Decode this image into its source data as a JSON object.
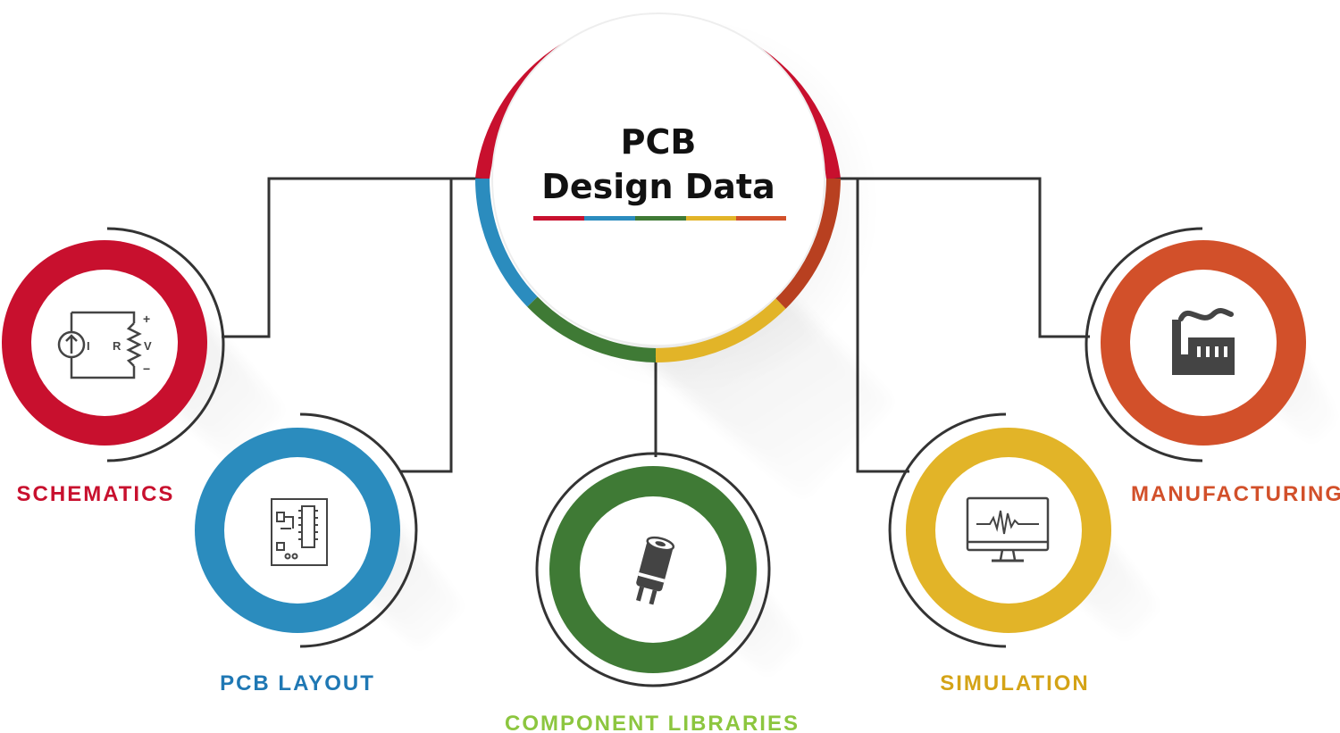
{
  "title": {
    "line1": "PCB",
    "line2": "Design Data"
  },
  "colors": {
    "red": "#c8102e",
    "blue": "#2b8cbe",
    "green": "#3f7a35",
    "yellow": "#e2b428",
    "orange": "#d2502a",
    "green_label": "#8cc63f",
    "connector": "#333333"
  },
  "nodes": [
    {
      "id": "schematics",
      "label": "SCHEMATICS",
      "icon": "schematic-circuit-icon",
      "color": "#c8102e",
      "icon_text": {
        "current": "I",
        "resistor": "R",
        "voltage": "V",
        "plus": "+",
        "minus": "−"
      }
    },
    {
      "id": "pcb-layout",
      "label": "PCB LAYOUT",
      "icon": "circuit-board-icon",
      "color": "#2b8cbe"
    },
    {
      "id": "component-libraries",
      "label": "COMPONENT LIBRARIES",
      "icon": "capacitor-icon",
      "color": "#3f7a35",
      "label_color": "#8cc63f"
    },
    {
      "id": "simulation",
      "label": "SIMULATION",
      "icon": "monitor-waveform-icon",
      "color": "#e2b428"
    },
    {
      "id": "manufacturing",
      "label": "MANUFACTURING",
      "icon": "factory-icon",
      "color": "#d2502a"
    }
  ]
}
